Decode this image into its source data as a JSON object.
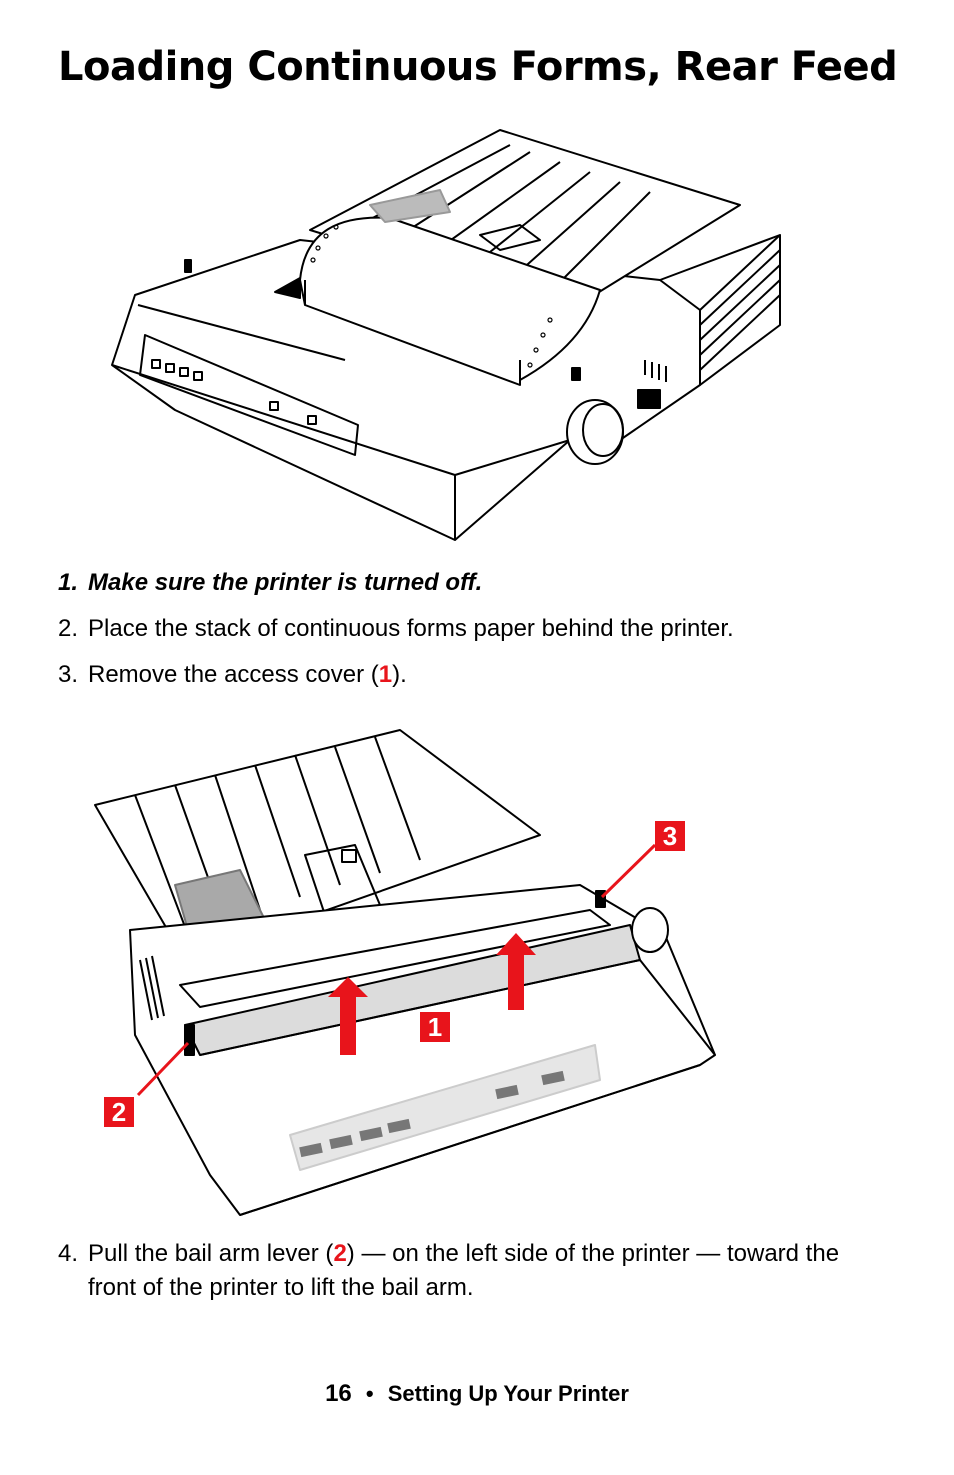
{
  "title": "Loading Continuous Forms, Rear Feed",
  "steps": [
    {
      "num": "1.",
      "text": "Make sure the printer is turned off."
    },
    {
      "num": "2.",
      "text": "Place the stack of continuous forms paper behind the printer."
    },
    {
      "num": "3.",
      "pre": "Remove the access cover (",
      "ref": "1",
      "post": ")."
    },
    {
      "num": "4.",
      "pre": "Pull the bail arm lever (",
      "ref": "2",
      "post": ") — on the left side of the printer — toward the front of the printer to lift the bail arm."
    }
  ],
  "callouts": {
    "c1": "1",
    "c2": "2",
    "c3": "3"
  },
  "footer": {
    "page": "16",
    "sep": "•",
    "section": "Setting Up Your Printer"
  },
  "colors": {
    "accent": "#e8141b",
    "panel": "#dcdcdc"
  }
}
